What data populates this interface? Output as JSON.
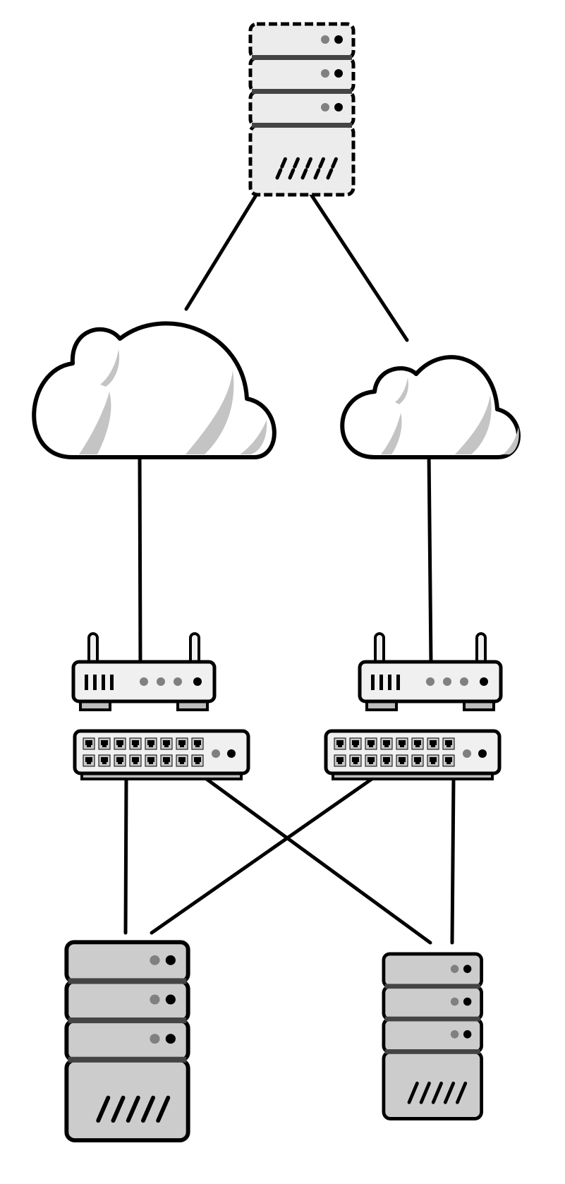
{
  "diagram": {
    "type": "network-topology",
    "nodes": [
      {
        "id": "top-server",
        "kind": "server",
        "style": "dashed-outline",
        "fill": "#ececec"
      },
      {
        "id": "cloud-left",
        "kind": "cloud",
        "size": "large"
      },
      {
        "id": "cloud-right",
        "kind": "cloud",
        "size": "small"
      },
      {
        "id": "router-left",
        "kind": "router"
      },
      {
        "id": "router-right",
        "kind": "router"
      },
      {
        "id": "switch-left",
        "kind": "switch"
      },
      {
        "id": "switch-right",
        "kind": "switch"
      },
      {
        "id": "server-bottom-left",
        "kind": "server",
        "style": "solid-outline",
        "fill": "#cccccc",
        "size": "large"
      },
      {
        "id": "server-bottom-right",
        "kind": "server",
        "style": "solid-outline",
        "fill": "#cccccc",
        "size": "small"
      }
    ],
    "edges": [
      {
        "from": "top-server",
        "to": "cloud-left"
      },
      {
        "from": "top-server",
        "to": "cloud-right"
      },
      {
        "from": "cloud-left",
        "to": "router-left"
      },
      {
        "from": "cloud-right",
        "to": "router-right"
      },
      {
        "from": "switch-left",
        "to": "server-bottom-left"
      },
      {
        "from": "switch-left",
        "to": "server-bottom-right"
      },
      {
        "from": "switch-right",
        "to": "server-bottom-left"
      },
      {
        "from": "switch-right",
        "to": "server-bottom-right"
      }
    ],
    "colors": {
      "stroke": "#000000",
      "device_fill": "#f0f0f0",
      "shade": "#c4c4c4",
      "led_grey": "#808080",
      "led_black": "#000000"
    }
  }
}
